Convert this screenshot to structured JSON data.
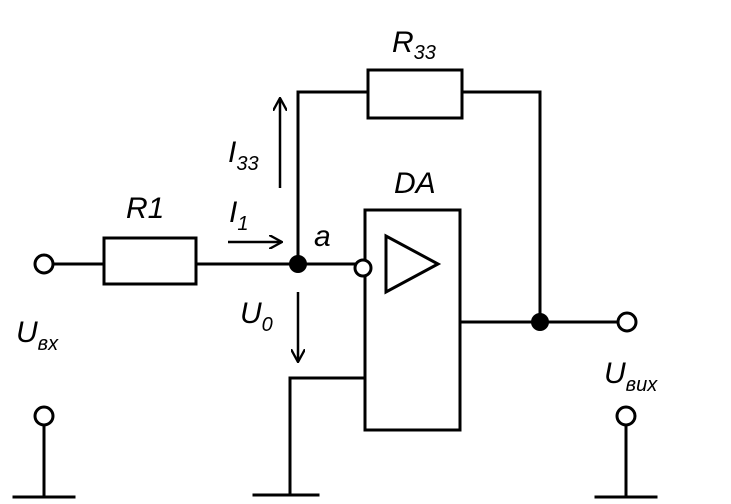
{
  "diagram": {
    "labels": {
      "r_feedback": "R",
      "r_feedback_sub": "33",
      "r_input": "R1",
      "opamp": "DA",
      "i_feedback": "I",
      "i_feedback_sub": "33",
      "i_input": "I",
      "i_input_sub": "1",
      "node": "a",
      "u_zero": "U",
      "u_zero_sub": "0",
      "u_in": "U",
      "u_in_sub": "вх",
      "u_out": "U",
      "u_out_sub": "вих"
    }
  }
}
